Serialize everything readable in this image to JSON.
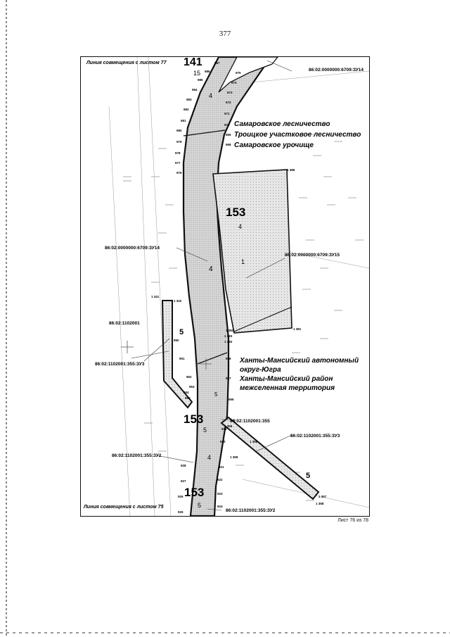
{
  "page": {
    "number": "377",
    "sheet": "Лист 76 из 78"
  },
  "map": {
    "match_line_top": "Линия совмещения с листом 77",
    "match_line_bottom": "Линия совмещения с листом 75",
    "forestry_lines": [
      "Самаровское лесничество",
      "Троицкое участковое лесничество",
      "Самаровское урочище"
    ],
    "region_lines": [
      "Ханты-Мансийский автономный",
      "округ-Югра",
      "Ханты-Мансийский район",
      "межселенная территория"
    ],
    "quarter_labels": [
      "141",
      "153",
      "153",
      "153"
    ],
    "section_labels": [
      "15",
      "4",
      "4",
      "4",
      "1",
      "5",
      "5",
      "5",
      "5",
      "4",
      "5"
    ],
    "cadastral_labels": [
      "86:02:0000000:6709:ЗУ14",
      "86:02:0000000:6709:ЗУ14",
      "86:02:0000000:6709:ЗУ15",
      "86:02:1102001",
      "86:02:1102001:355:ЗУ3",
      "86:02:1102001:355",
      "86:02:1102001:355:ЗУ3",
      "86:02:1102001:355:ЗУ2",
      "86:02:1102001:355:ЗУ2"
    ],
    "point_labels": [
      "987",
      "986",
      "985",
      "984",
      "983",
      "982",
      "981",
      "980",
      "979",
      "978",
      "977",
      "976",
      "975",
      "974",
      "973",
      "972",
      "971",
      "970",
      "969",
      "968",
      "1 389",
      "1 382",
      "1 381",
      "1 383",
      "1 384",
      "1 341",
      "1 342",
      "1 355",
      "1 356",
      "1 357",
      "1 358",
      "1 359",
      "950",
      "951",
      "952",
      "953",
      "954",
      "955",
      "956",
      "957",
      "958",
      "919",
      "920",
      "921",
      "922",
      "923",
      "924",
      "925",
      "926",
      "927",
      "928"
    ]
  }
}
